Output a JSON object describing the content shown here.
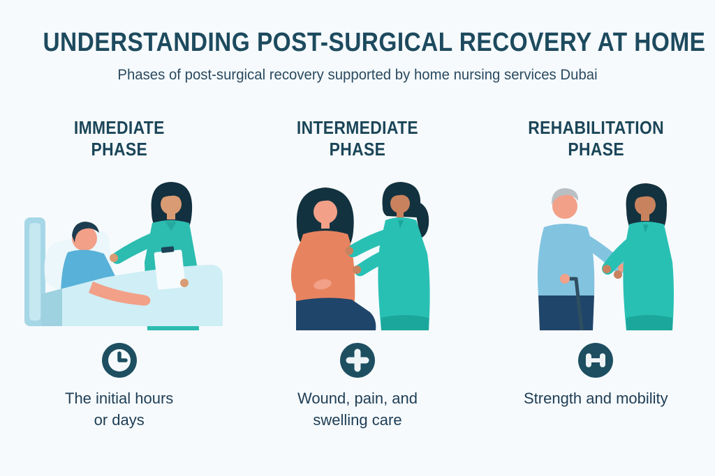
{
  "infographic": {
    "title": "UNDERSTANDING POST-SURGICAL RECOVERY AT HOME",
    "subtitle": "Phases of post-surgical recovery supported by home nursing services Dubai",
    "colors": {
      "background": "#f6fafc",
      "heading_text": "#1d4a5e",
      "body_text": "#1e3d55",
      "icon_circle": "#1d4f61",
      "icon_glyph": "#eef4f6",
      "nurse_scrub_teal": "#2cbcb0",
      "patient_shirt_blue": "#58b1d8",
      "patient_top_orange": "#e8835f",
      "elderly_sweater_blue": "#82c3e0",
      "blanket_blue": "#cfeef6",
      "skin_light": "#f2a088",
      "skin_tan": "#c9825e",
      "hair_dark": "#13323f",
      "hair_gray": "#b9bfc3",
      "pants_navy": "#20456a"
    },
    "phases": [
      {
        "title_line1": "IMMEDIATE",
        "title_line2": "PHASE",
        "icon": "clock-icon",
        "illustration": "patient-in-bed-with-nurse-holding-clipboard",
        "caption_line1": "The initial hours",
        "caption_line2": "or days"
      },
      {
        "title_line1": "INTERMEDIATE",
        "title_line2": "PHASE",
        "icon": "plus-icon",
        "illustration": "seated-patient-supported-by-nurse",
        "caption_line1": "Wound, pain, and",
        "caption_line2": "swelling care"
      },
      {
        "title_line1": "REHABILITATION",
        "title_line2": "PHASE",
        "icon": "dumbbell-icon",
        "illustration": "elderly-man-with-cane-assisted-by-nurse",
        "caption_line1": "Strength and mobility",
        "caption_line2": ""
      }
    ]
  }
}
